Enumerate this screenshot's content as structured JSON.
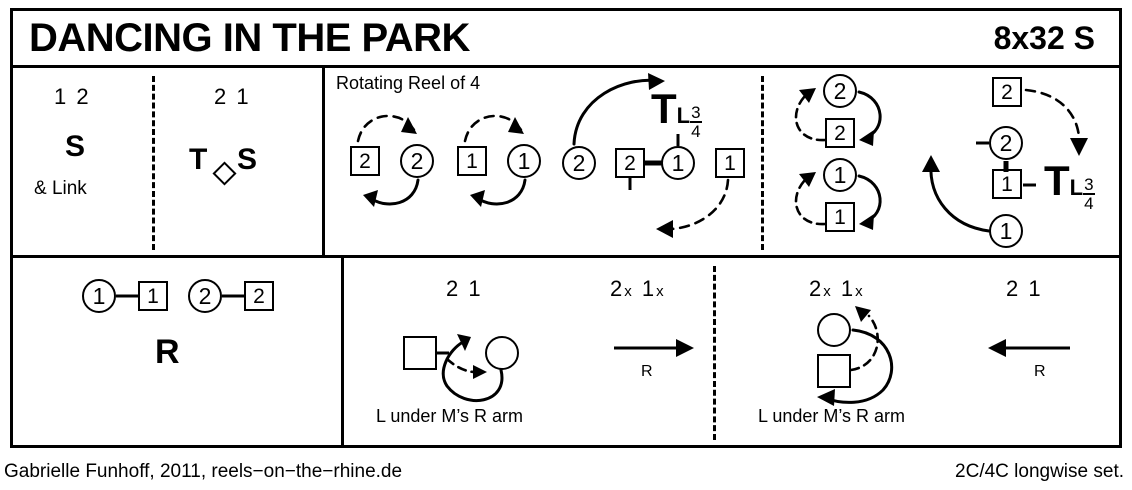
{
  "header": {
    "title": "DANCING IN THE PARK",
    "meter": "8x32 S"
  },
  "footer": {
    "credit": "Gabrielle Funhoff, 2011, reels−on−the−rhine.de",
    "set": "2C/4C longwise set."
  },
  "bars": {
    "b1": {
      "positions": "1 2",
      "figure": "S",
      "note": "& Link"
    },
    "b2": {
      "positions": "2 1",
      "turn": "T",
      "figure": "S"
    },
    "b3": {
      "label": "Rotating Reel of 4",
      "tokens": [
        "2",
        "2",
        "1",
        "1"
      ]
    },
    "b4": {
      "turn": "T",
      "hand": "L",
      "fraction_num": "3",
      "fraction_den": "4",
      "tokens": [
        "2",
        "2",
        "1",
        "1"
      ]
    },
    "b5": {
      "tokens": [
        "2",
        "2",
        "1",
        "1"
      ]
    },
    "b6": {
      "turn": "T",
      "hand": "L",
      "fraction_num": "3",
      "fraction_den": "4",
      "tokens": [
        "2",
        "2",
        "1",
        "1"
      ]
    },
    "b7": {
      "tokens": [
        "1",
        "1",
        "2",
        "2"
      ],
      "figure": "R"
    },
    "b8": {
      "positions": "2 1",
      "caption": "L under M’s R arm"
    },
    "b9": {
      "positions_a": "2",
      "positions_a_sub": "x",
      "positions_b": "1",
      "positions_b_sub": "x",
      "arrow_label": "R"
    },
    "b10": {
      "positions_a": "2",
      "positions_a_sub": "x",
      "positions_b": "1",
      "positions_b_sub": "x",
      "caption": "L under M’s R arm"
    },
    "b11": {
      "positions": "2 1",
      "arrow_label": "R"
    }
  },
  "colors": {
    "ink": "#000000",
    "paper": "#ffffff"
  }
}
